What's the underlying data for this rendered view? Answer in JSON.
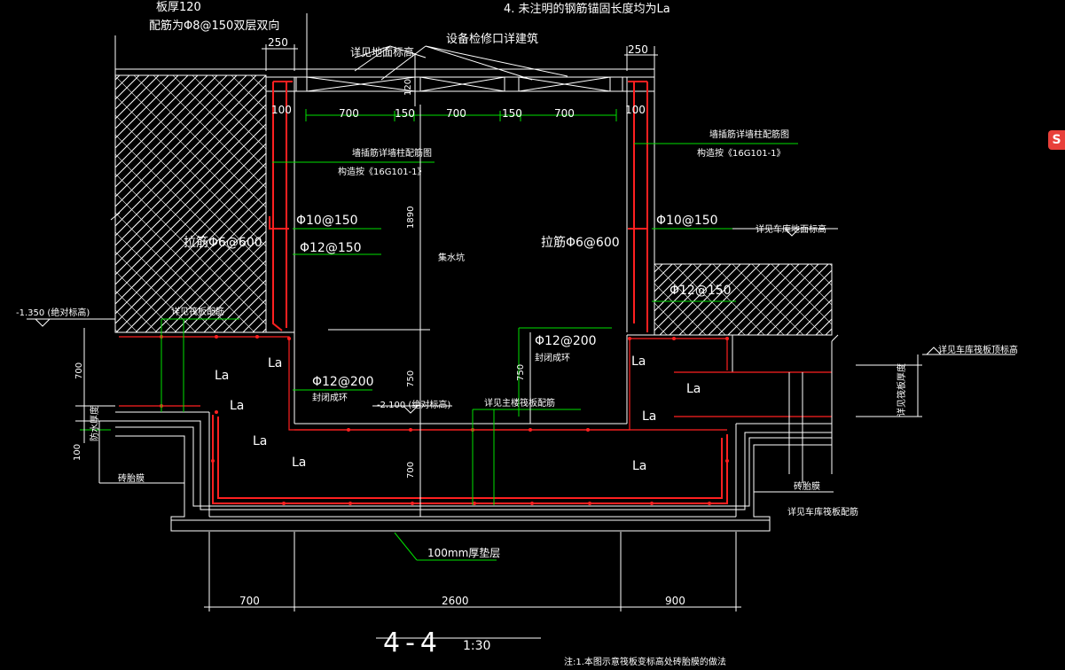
{
  "notes": {
    "top_note": "4. 未注明的钢筋锚固长度均为La",
    "bottom_note": "注:1.本图示意筏板变标高处砖胎膜的做法"
  },
  "labels": {
    "slab_thick": "板厚120",
    "slab_rebar": "配筋为Φ8@150双层双向",
    "dim_250_left": "250",
    "dim_250_right": "250",
    "see_floor_elev": "详见地面标高",
    "access_hatch": "设备检修口详建筑",
    "dim_120": "120",
    "dim_100_left": "100",
    "dim_100_right": "100",
    "dim_700_a": "700",
    "dim_150_a": "150",
    "dim_700_b": "700",
    "dim_150_b": "150",
    "dim_700_c": "700",
    "wall_dowel_left": "墙插筋详墙柱配筋图",
    "detail_16g_left": "构造按《16G101-1》",
    "wall_dowel_right": "墙插筋详墙柱配筋图",
    "detail_16g_right": "构造按《16G101-1》",
    "dim_1890": "1890",
    "tie_left": "拉筋Φ6@600",
    "tie_right": "拉筋Φ6@600",
    "bar_10_left": "Φ10@150",
    "bar_12_left": "Φ12@150",
    "bar_10_right": "Φ10@150",
    "bar_12_right": "Φ12@150",
    "sump": "集水坑",
    "see_garage_floor": "详见车库地面标高",
    "elev_1350": "-1.350 (绝对标高)",
    "see_raft_rebar": "详见筏板配筋",
    "see_garage_raft_top": "详见车库筏板顶标高",
    "dim_700_left_vert": "700",
    "waterproof_thk": "防水厚度",
    "dim_100_vert": "100",
    "la_1": "La",
    "la_2": "La",
    "la_3": "La",
    "la_4": "La",
    "la_5": "La",
    "la_6": "La",
    "la_7": "La",
    "la_8": "La",
    "la_9": "La",
    "bar_12_200_left": "Φ12@200",
    "closed_hoop_left": "封闭成环",
    "bar_12_200_right": "Φ12@200",
    "closed_hoop_right": "封闭成环",
    "dim_750_a": "750",
    "dim_750_b": "750",
    "elev_2100": "-2.100 (绝对标高)",
    "see_main_raft": "详见主楼筏板配筋",
    "dim_700_vert2": "700",
    "brick_form_left": "砖胎膜",
    "brick_form_right": "砖胎膜",
    "see_garage_raft_rebar": "详见车库筏板配筋",
    "slab_thk_rotated": "详见筏板厚度",
    "cushion": "100mm厚垫层",
    "dim_bottom_700": "700",
    "dim_bottom_2600": "2600",
    "dim_bottom_900": "900",
    "section_title": "4-4",
    "scale": "1:30",
    "side_badge": "S"
  }
}
